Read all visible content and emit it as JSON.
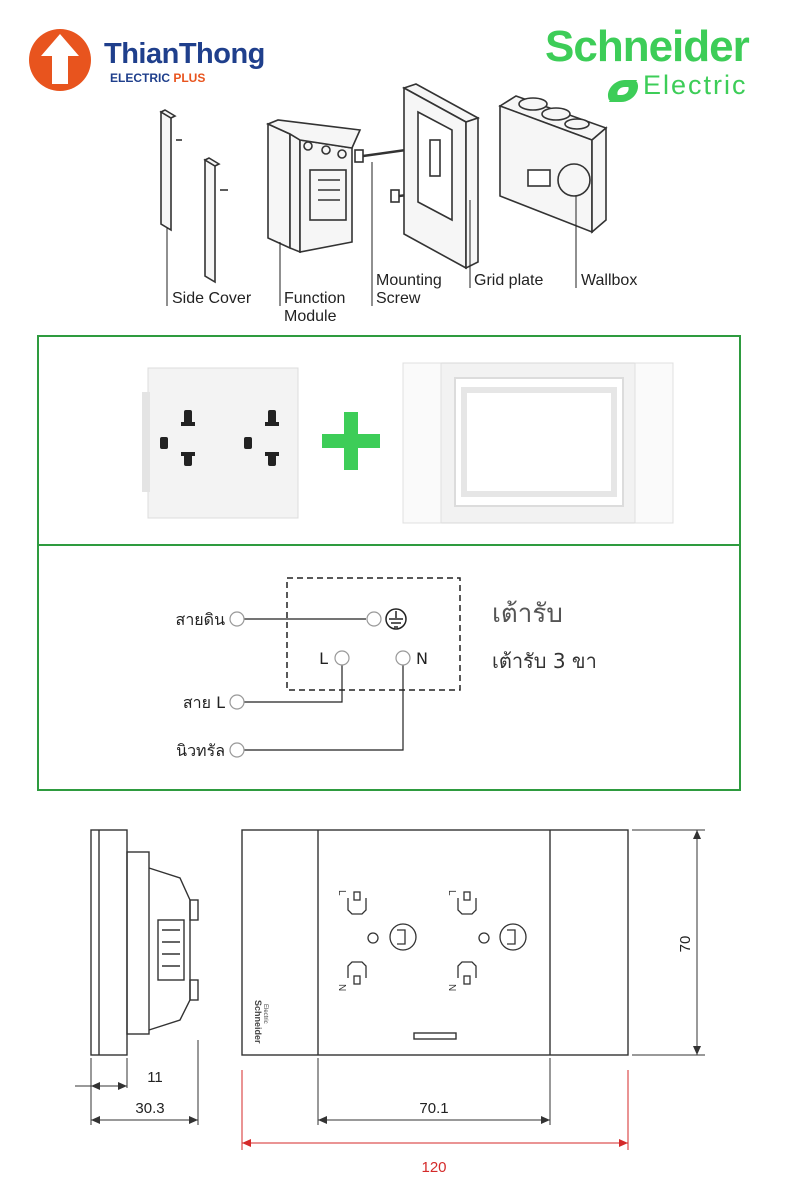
{
  "brand_left": {
    "name": "ThianThong",
    "tagline_a": "ELECTRIC ",
    "tagline_b": "PLUS"
  },
  "brand_right": {
    "name": "Schneider",
    "sub": "Electric"
  },
  "exploded_view": {
    "labels": {
      "side_cover": "Side Cover",
      "function_module_1": "Function",
      "function_module_2": "Module",
      "mounting_screw_1": "Mounting",
      "mounting_screw_2": "Screw",
      "grid_plate": "Grid plate",
      "wallbox": "Wallbox"
    }
  },
  "product_combo": {
    "plus_symbol": "+"
  },
  "wiring": {
    "title": "เต้ารับ",
    "subtitle": "เต้ารับ 3 ขา",
    "left_labels": {
      "ground": "สายดิน",
      "live": "สาย L",
      "neutral": "นิวทรัล"
    },
    "terminals": {
      "l": "L",
      "n": "N"
    }
  },
  "dimensions": {
    "d11": "11",
    "d30_3": "30.3",
    "d70_1": "70.1",
    "d120": "120",
    "d70": "70",
    "plate_brand_1": "Schneider",
    "plate_brand_2": "Electric",
    "socket_l": "L",
    "socket_n": "N"
  },
  "colors": {
    "accent_orange": "#e8541e",
    "brand_blue": "#1f3f8c",
    "schneider_green": "#3dcd58",
    "frame_green": "#2e9b3f",
    "dim_red": "#d42a2a"
  }
}
